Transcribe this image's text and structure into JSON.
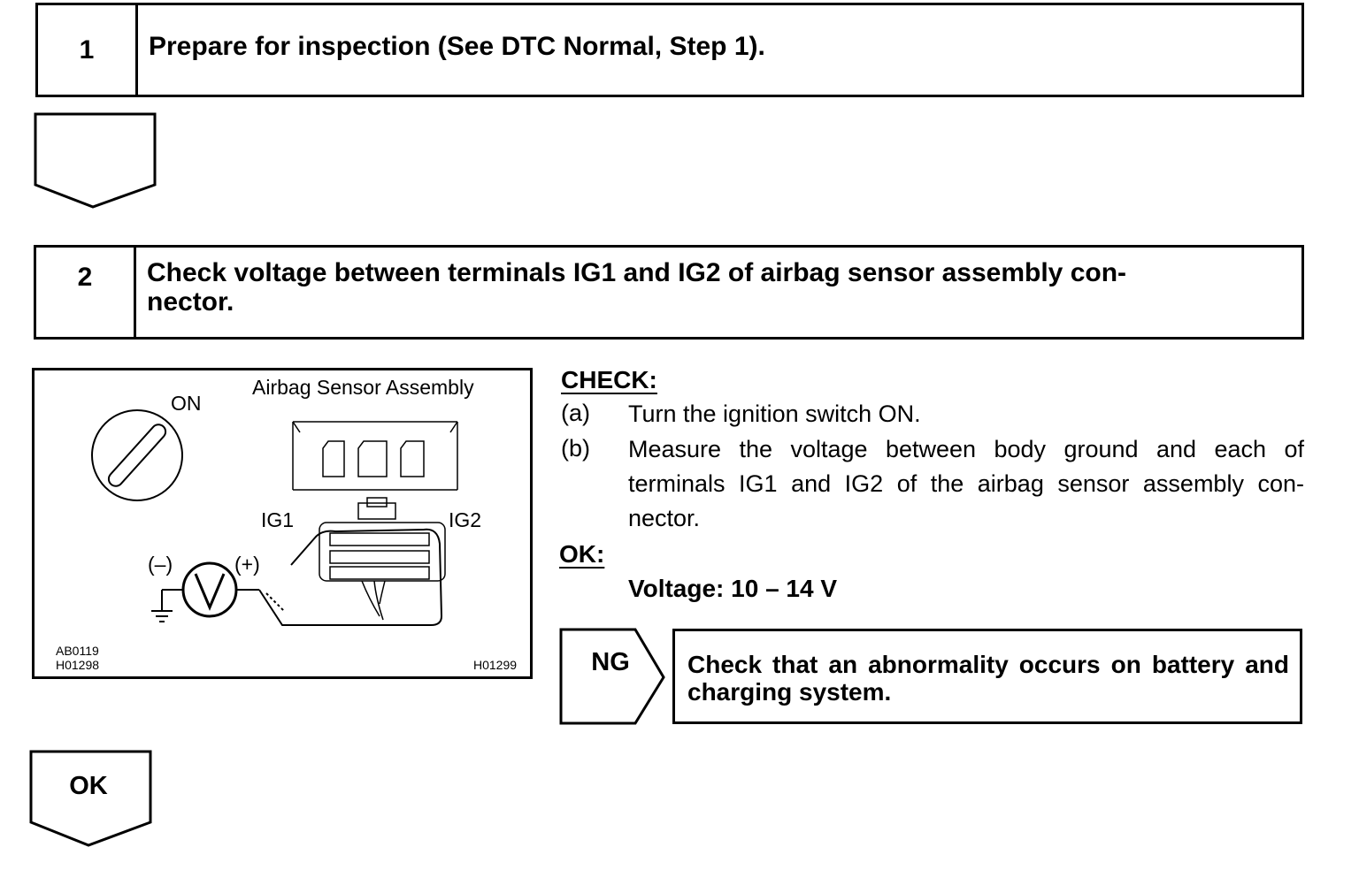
{
  "steps": [
    {
      "number": "1",
      "title": "Prepare for inspection (See DTC Normal, Step 1)."
    },
    {
      "number": "2",
      "title": "Check voltage between terminals IG1 and IG2 of airbag sensor assembly con-\nnector."
    }
  ],
  "figure": {
    "title": "Airbag Sensor Assembly",
    "ignition_label": "ON",
    "terminal_left": "IG1",
    "terminal_right": "IG2",
    "meter_minus": "(–)",
    "meter_plus": "(+)",
    "meter_symbol": "V",
    "code_left_1": "AB0119",
    "code_left_2": "H01298",
    "code_right": "H01299"
  },
  "check": {
    "heading": "CHECK:",
    "items": [
      {
        "label": "(a)",
        "text": "Turn the ignition switch ON."
      },
      {
        "label": "(b)",
        "text": "Measure the voltage between body ground and each of terminals IG1 and IG2 of the airbag sensor assembly con-nector."
      }
    ],
    "ok_heading": "OK:",
    "spec": "Voltage: 10 – 14 V"
  },
  "ng_branch": {
    "label": "NG",
    "action": "Check that an abnormality occurs on battery and charging system."
  },
  "ok_branch": {
    "label": "OK"
  }
}
